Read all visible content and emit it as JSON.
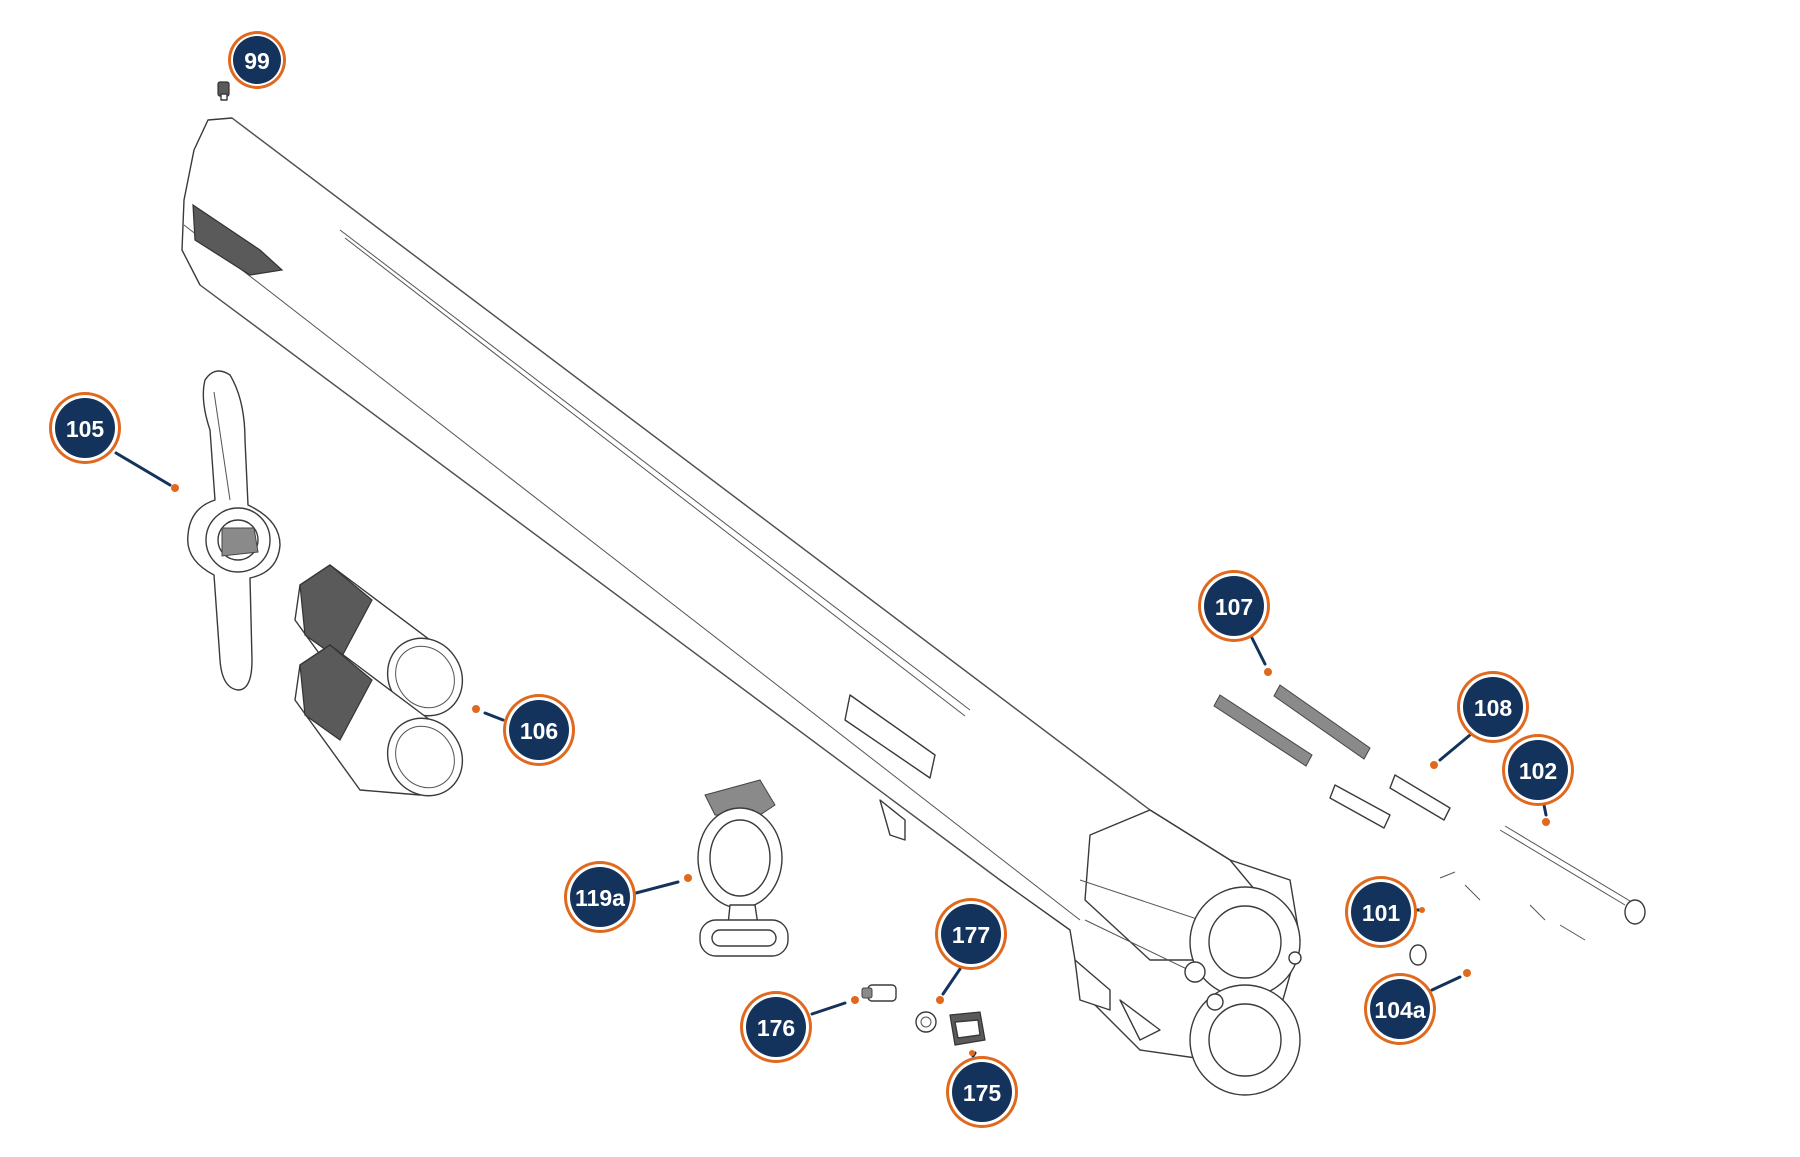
{
  "colors": {
    "badge_fill": "#13335c",
    "badge_ring": "#e0691e",
    "leader_line": "#13335c",
    "leader_dot": "#e0691e",
    "part_outline": "#3a3a3a"
  },
  "callouts": [
    {
      "id": "99",
      "label": "99"
    },
    {
      "id": "105",
      "label": "105"
    },
    {
      "id": "106",
      "label": "106"
    },
    {
      "id": "107",
      "label": "107"
    },
    {
      "id": "108",
      "label": "108"
    },
    {
      "id": "102",
      "label": "102"
    },
    {
      "id": "101",
      "label": "101"
    },
    {
      "id": "104a",
      "label": "104a"
    },
    {
      "id": "119a",
      "label": "119a"
    },
    {
      "id": "177",
      "label": "177"
    },
    {
      "id": "176",
      "label": "176"
    },
    {
      "id": "175",
      "label": "175"
    }
  ]
}
